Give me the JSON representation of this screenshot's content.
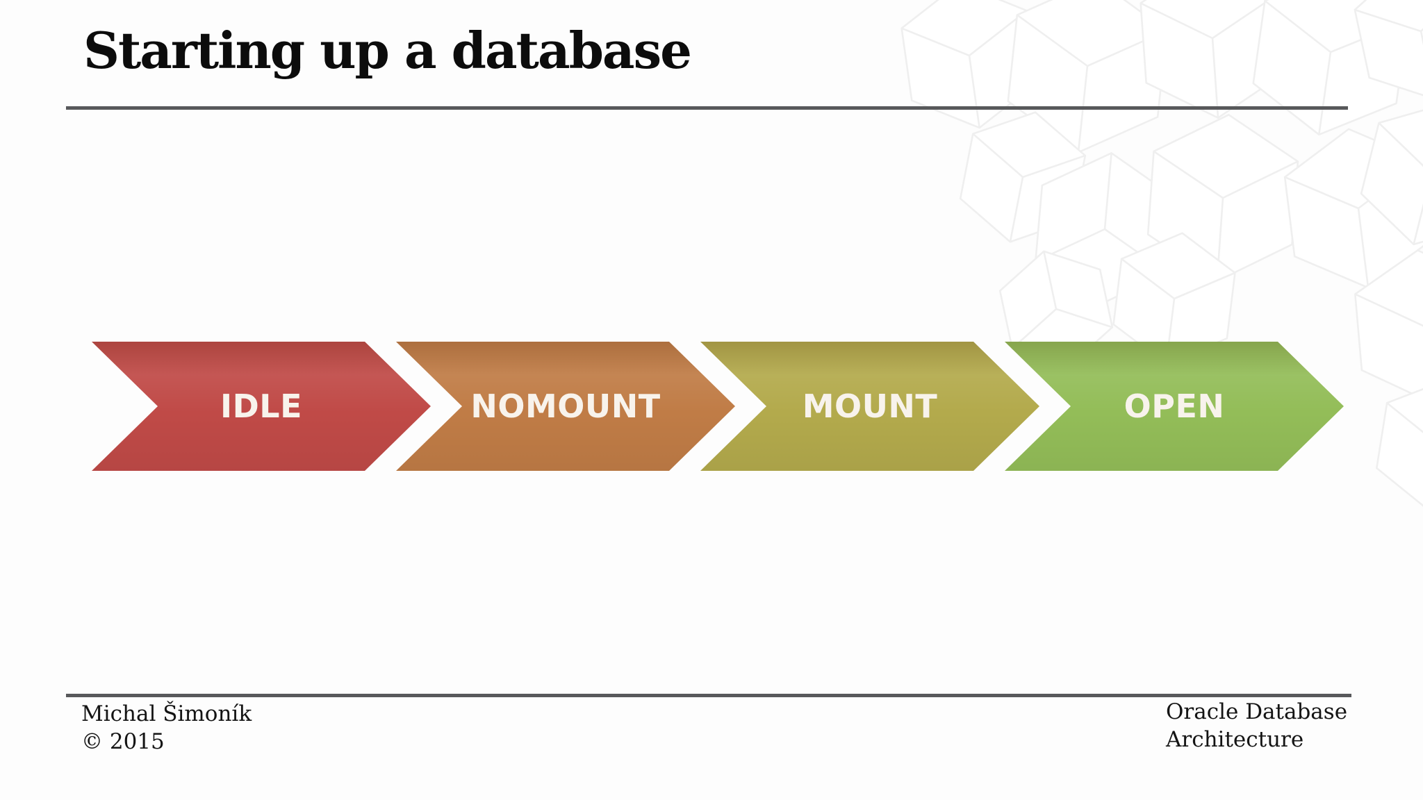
{
  "title": "Starting up a database",
  "flow": {
    "stages": [
      {
        "label": "IDLE",
        "color": "#c04a47"
      },
      {
        "label": "NOMOUNT",
        "color": "#c07c46"
      },
      {
        "label": "MOUNT",
        "color": "#b3aa4c"
      },
      {
        "label": "OPEN",
        "color": "#93bd58"
      }
    ]
  },
  "chart_data": {
    "type": "process-flow-chevron",
    "direction": "left-to-right",
    "stages": [
      "IDLE",
      "NOMOUNT",
      "MOUNT",
      "OPEN"
    ],
    "stage_colors": [
      "#c04a47",
      "#c07c46",
      "#b3aa4c",
      "#93bd58"
    ],
    "title": "Starting up a database"
  },
  "footer": {
    "author": "Michal Šimoník",
    "copyright": "© 2015",
    "right_line1": "Oracle Database",
    "right_line2": "Architecture"
  },
  "colors": {
    "rule": "#58595b",
    "label_text": "#f8f3ec",
    "background": "#fdfdfd",
    "cube_stroke": "#efefef"
  },
  "decor": {
    "background_pattern": "wireframe-cubes"
  }
}
